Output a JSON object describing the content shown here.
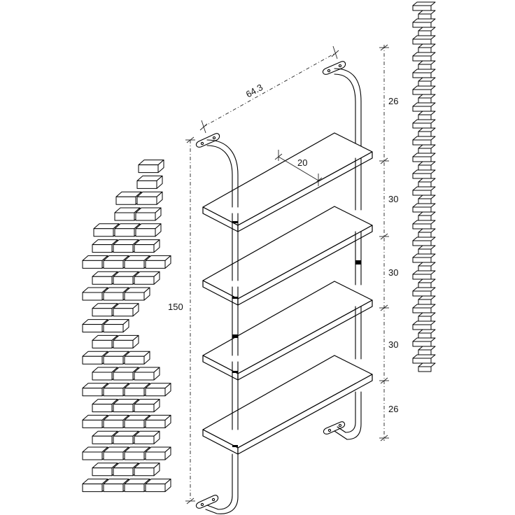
{
  "dimensions": {
    "width": "64.3",
    "depth": "20",
    "height": "150",
    "gap_top": "26",
    "gap_1": "30",
    "gap_2": "30",
    "gap_3": "30",
    "gap_bottom": "26"
  },
  "colors": {
    "line": "#000000",
    "background": "#ffffff"
  }
}
